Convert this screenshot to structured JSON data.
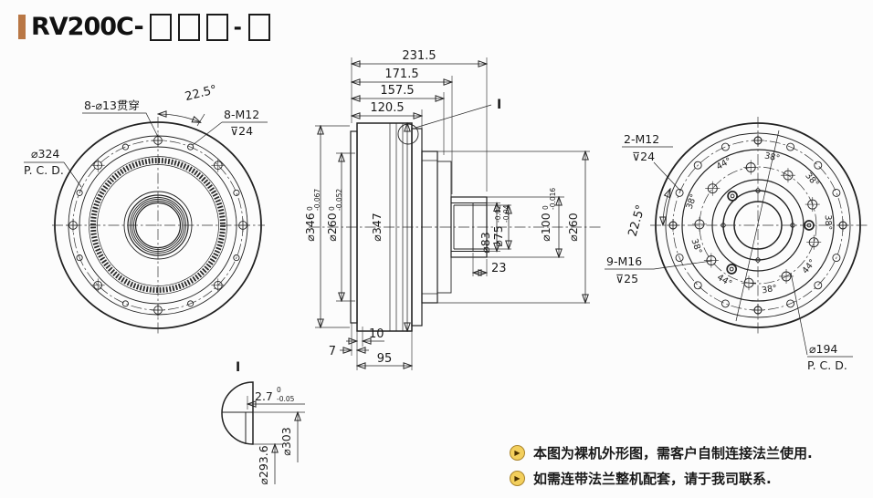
{
  "colors": {
    "accent_bar": "#b97745",
    "bullet_fill": "#f3cf5c",
    "bullet_border": "#a8832a",
    "line": "#222222"
  },
  "title": {
    "prefix": "RV200C-",
    "separator": "-"
  },
  "front_view": {
    "holes_label": "8-⌀13贯穿",
    "angle_label": "22.5°",
    "tap_label": "8-M12",
    "tap_depth": "⊽24",
    "pcd_dia": "⌀324",
    "pcd_suffix": "P. C. D."
  },
  "section_view": {
    "detail_ref": "I",
    "top_dims": {
      "d1": "231.5",
      "d2": "171.5",
      "d3": "157.5",
      "d4": "120.5"
    },
    "dia_346": {
      "main": "⌀346",
      "tol_up": "0",
      "tol_dn": "-0.067"
    },
    "dia_260_left": {
      "main": "⌀260",
      "tol_up": "0",
      "tol_dn": "-0.052"
    },
    "dia_347": "⌀347",
    "dia_83": "⌀83",
    "dia_75": {
      "main": "⌀75",
      "tol_up": "-0.02",
      "tol_dn": "-0.04"
    },
    "dia_100": {
      "main": "⌀100",
      "tol_up": "0",
      "tol_dn": "-0.016"
    },
    "dia_260_right": "⌀260",
    "depth_23": "23",
    "bottom_dims": {
      "d7": "7",
      "d10": "10",
      "d95": "95"
    }
  },
  "rear_view": {
    "tap2_label": "2-M12",
    "tap2_depth": "⊽24",
    "angle_label": "22.5°",
    "tap9_label": "9-M16",
    "tap9_depth": "⊽25",
    "pcd_dia": "⌀194",
    "pcd_suffix": "P. C. D.",
    "angles": [
      "44°",
      "38°",
      "38°",
      "38°",
      "44°",
      "38°",
      "44°",
      "38°",
      "38°"
    ]
  },
  "detail_view": {
    "ref": "I",
    "step": {
      "main": "2.7",
      "tol_up": "0",
      "tol_dn": "-0.05"
    },
    "dia_303": "⌀303",
    "dia_2936": "⌀293.6"
  },
  "notes": [
    "本图为裸机外形图，需客户自制连接法兰使用.",
    "如需连带法兰整机配套，请于我司联系."
  ]
}
